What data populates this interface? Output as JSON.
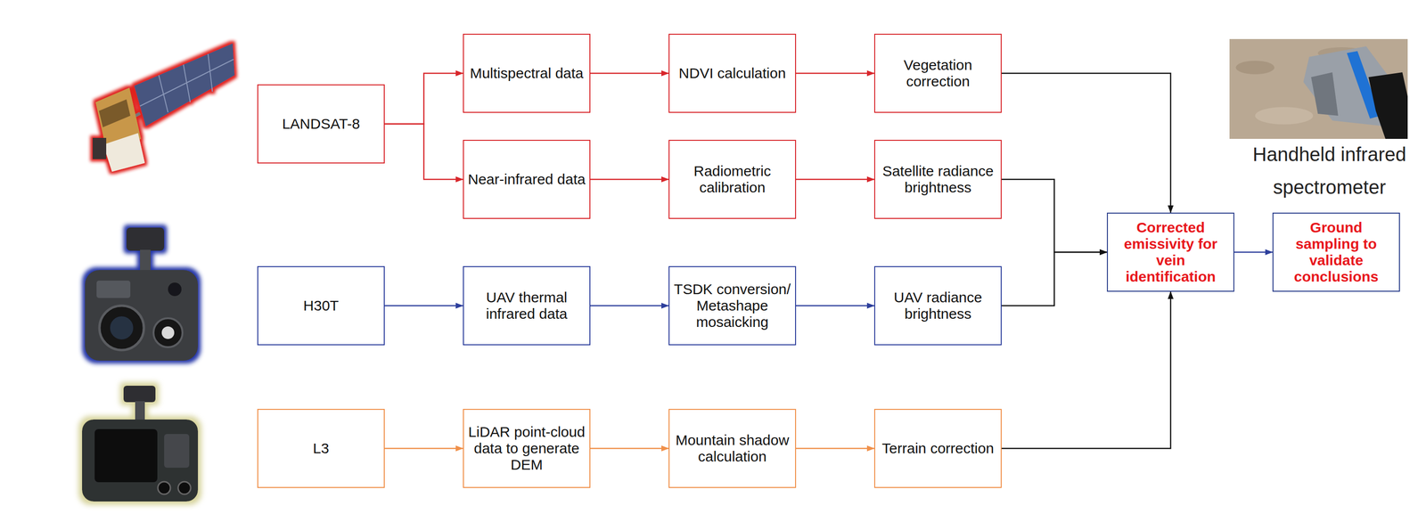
{
  "diagram": {
    "nodes": [
      {
        "text": [
          "LANDSAT-8"
        ]
      },
      {
        "text": [
          "Multispectral data"
        ]
      },
      {
        "text": [
          "NDVI calculation"
        ]
      },
      {
        "text": [
          "Vegetation correction"
        ]
      },
      {
        "text": [
          "Near-infrared data"
        ]
      },
      {
        "text": [
          "Radiometric calibration"
        ]
      },
      {
        "text": [
          "Satellite radiance brightness"
        ]
      },
      {
        "text": [
          "H30T"
        ]
      },
      {
        "text": [
          "UAV thermal infrared data"
        ]
      },
      {
        "text": [
          "TSDK conversion/ Metashape mosaicking"
        ]
      },
      {
        "text": [
          "UAV radiance brightness"
        ]
      },
      {
        "text": [
          "Corrected emissivity for vein identification"
        ]
      },
      {
        "text": [
          "Ground sampling to validate conclusions"
        ]
      },
      {
        "text": [
          "L3"
        ]
      },
      {
        "text": [
          "LiDAR point-cloud data to generate DEM"
        ]
      },
      {
        "text": [
          "Mountain shadow calculation"
        ]
      },
      {
        "text": [
          "Terrain correction"
        ]
      }
    ],
    "edges": [
      {
        "from": 0,
        "to": 1,
        "arrow": "to"
      },
      {
        "from": 0,
        "to": 4,
        "arrow": "to"
      },
      {
        "from": 1,
        "to": 2,
        "arrow": "to"
      },
      {
        "from": 2,
        "to": 3,
        "arrow": "to"
      },
      {
        "from": 4,
        "to": 5,
        "arrow": "to"
      },
      {
        "from": 5,
        "to": 6,
        "arrow": "to"
      },
      {
        "from": 7,
        "to": 8,
        "arrow": "to"
      },
      {
        "from": 8,
        "to": 9,
        "arrow": "to"
      },
      {
        "from": 9,
        "to": 10,
        "arrow": "to"
      },
      {
        "from": 13,
        "to": 14,
        "arrow": "to"
      },
      {
        "from": 14,
        "to": 15,
        "arrow": "to"
      },
      {
        "from": 15,
        "to": 16,
        "arrow": "to"
      },
      {
        "from": 3,
        "to": 11,
        "arrow": "to"
      },
      {
        "from": 6,
        "to": 11,
        "arrow": "to"
      },
      {
        "from": 10,
        "to": 11,
        "arrow": "to"
      },
      {
        "from": 16,
        "to": 11,
        "arrow": "to"
      },
      {
        "from": 11,
        "to": 12,
        "arrow": "to"
      }
    ],
    "labels": [
      "Handheld infrared spectrometer"
    ]
  }
}
